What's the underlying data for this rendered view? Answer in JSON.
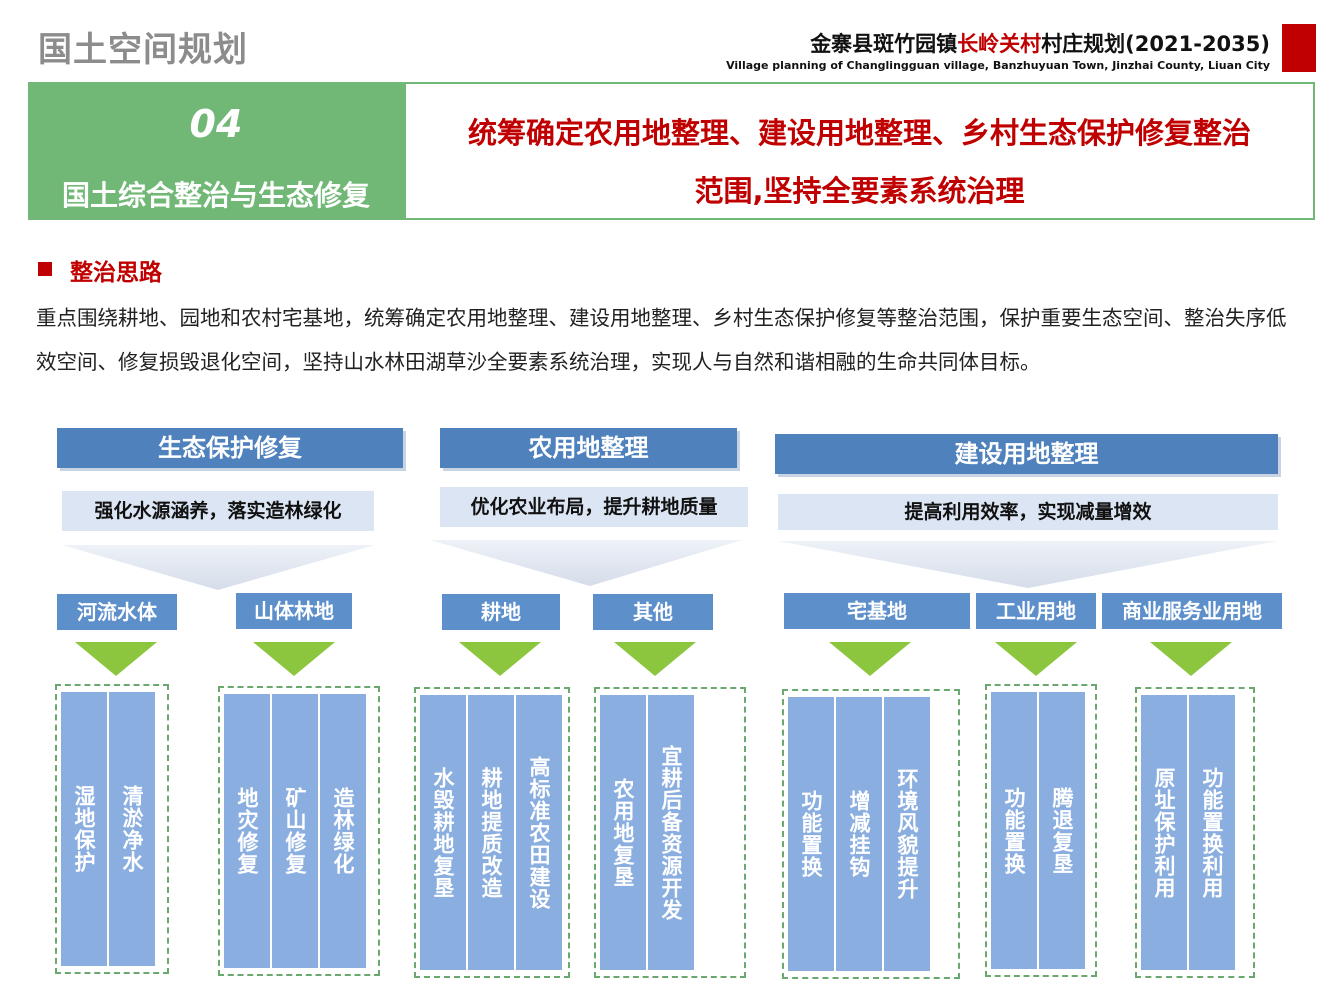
{
  "header": {
    "brand": "国土空间规划",
    "title_pre": "金寨县斑竹园镇",
    "title_hl": "长岭关村",
    "title_post": "村庄规划(2021-2035)",
    "subtitle": "Village planning of Changlingguan village, Banzhuyuan Town, Jinzhai County, Liuan City"
  },
  "banner": {
    "number": "04",
    "section": "国土综合整治与生态修复",
    "title_line1": "统筹确定农用地整理、建设用地整理、乡村生态保护修复整治",
    "title_line2": "范围,坚持全要素系统治理"
  },
  "intro": {
    "heading": "整治思路",
    "paragraph": "重点围绕耕地、园地和农村宅基地，统筹确定农用地整理、建设用地整理、乡村生态保护修复等整治范围，保护重要生态空间、整治失序低效空间、修复损毁退化空间，坚持山水林田湖草沙全要素系统治理，实现人与自然和谐相融的生命共同体目标。"
  },
  "categories": [
    {
      "title": "生态保护修复",
      "goal": "强化水源涵养，落实造林绿化",
      "subs": [
        {
          "label": "河流水体",
          "items": [
            "湿地保护",
            "清淤净水"
          ]
        },
        {
          "label": "山体林地",
          "items": [
            "地灾修复",
            "矿山修复",
            "造林绿化"
          ]
        }
      ]
    },
    {
      "title": "农用地整理",
      "goal": "优化农业布局，提升耕地质量",
      "subs": [
        {
          "label": "耕地",
          "items": [
            "水毁耕地复垦",
            "耕地提质改造",
            "高标准农田建设"
          ]
        },
        {
          "label": "其他",
          "items": [
            "农用地复垦",
            "宜耕后备资源开发"
          ]
        }
      ]
    },
    {
      "title": "建设用地整理",
      "goal": "提高利用效率，实现减量增效",
      "subs": [
        {
          "label": "宅基地",
          "items": [
            "功能置换",
            "增减挂钩",
            "环境风貌提升"
          ]
        },
        {
          "label": "工业用地",
          "items": [
            "功能置换",
            "腾退复垦"
          ]
        },
        {
          "label": "商业服务业用地",
          "items": [
            "原址保护利用",
            "功能置换利用"
          ]
        }
      ]
    }
  ],
  "colors": {
    "accent_red": "#c00000",
    "banner_green": "#71b877",
    "category_blue": "#4f81bd",
    "sub_blue": "#5d8fcb",
    "item_blue": "#8aaee0",
    "goal_bg": "#dbe5f3",
    "arrow_green": "#8cc63f"
  }
}
